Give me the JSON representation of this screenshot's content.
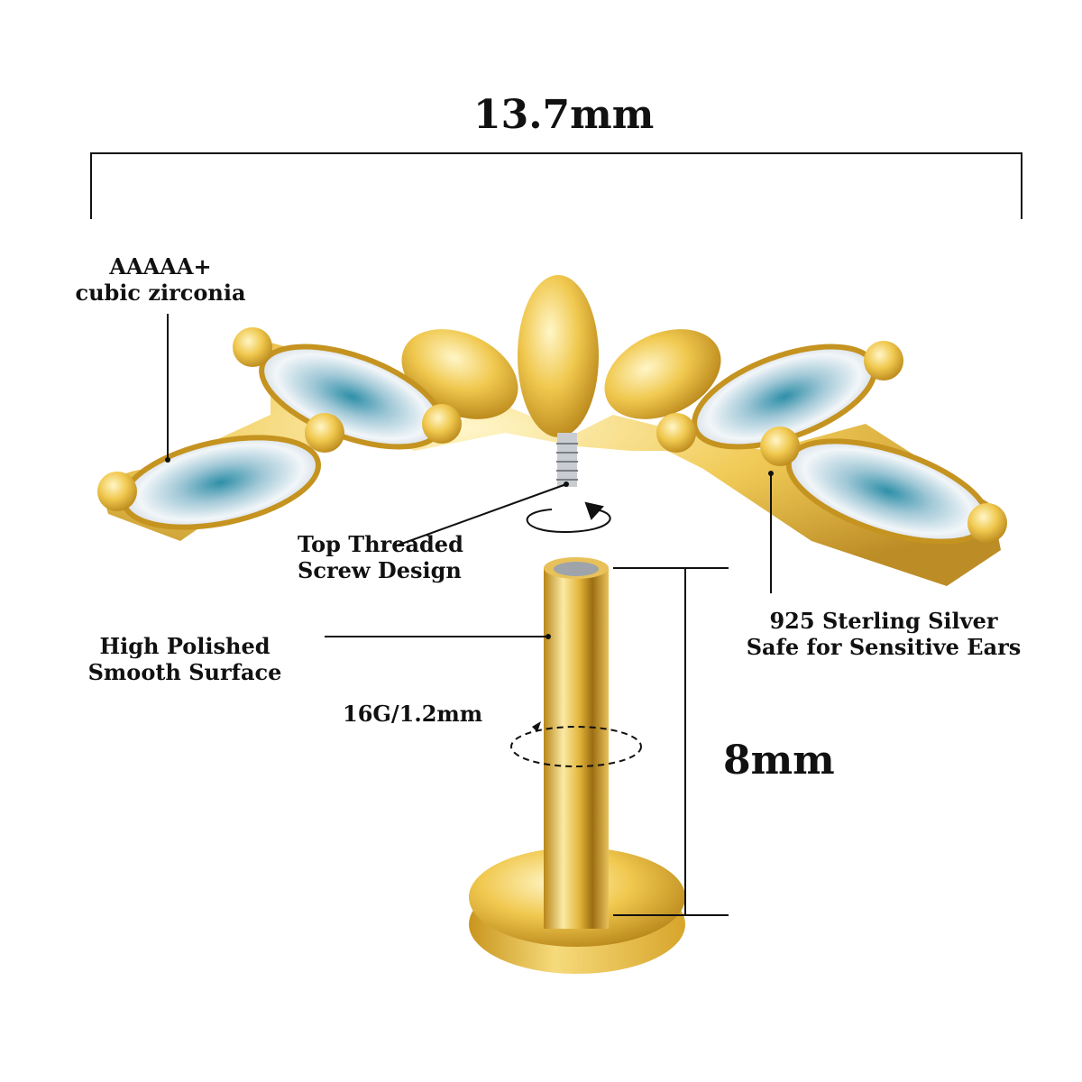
{
  "dimensions": {
    "width_label": "13.7mm",
    "height_label": "8mm",
    "gauge_label": "16G/1.2mm"
  },
  "callouts": {
    "stone": {
      "line1": "AAAAA+",
      "line2": "cubic zirconia"
    },
    "screw": {
      "line1": "Top Threaded",
      "line2": "Screw Design"
    },
    "material": {
      "line1": "925 Sterling Silver",
      "line2": "Safe for Sensitive Ears"
    },
    "surface": {
      "line1": "High Polished",
      "line2": "Smooth Surface"
    }
  },
  "colors": {
    "gold": "#E3B53A",
    "gold_light": "#FBE9A6",
    "gold_dark": "#A9791A",
    "stone": "#DCE6EE",
    "stone_accent": "#2E8FA8",
    "line": "#111111"
  }
}
